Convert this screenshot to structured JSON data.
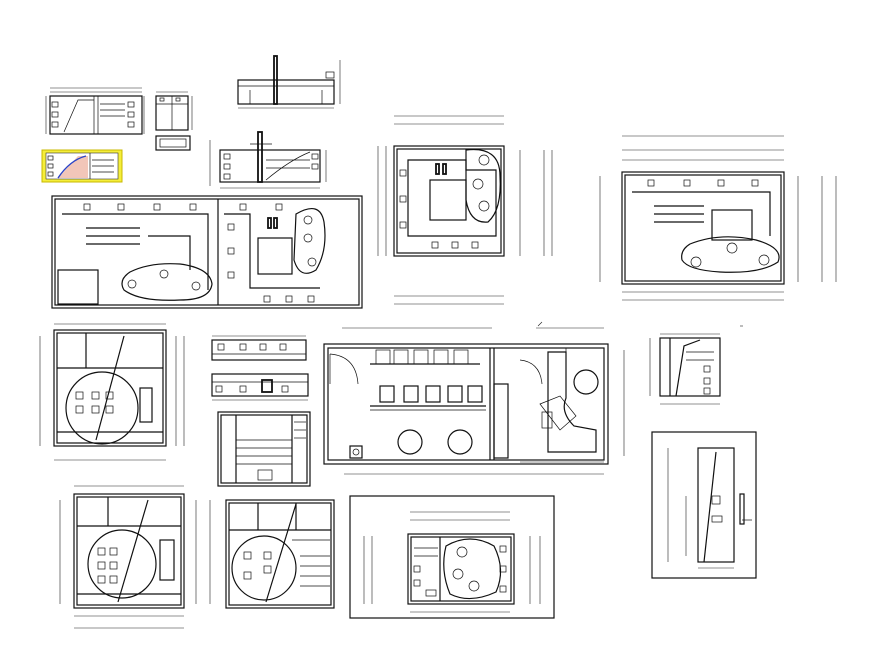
{
  "sheet": {
    "background": "#ffffff",
    "line_color": "#111111",
    "highlight_color": "#f5ee3a",
    "accent_fill": "#f2c6b9",
    "accent_stroke": "#2a44c8"
  },
  "drawings": [
    "elevation-top-left",
    "cabinet-elevation",
    "counter-elevation",
    "thumbnail-detail",
    "section-elevation-small",
    "ceiling-plan-large",
    "ceiling-plan-center",
    "ceiling-plan-right",
    "wall-elevation-left",
    "furniture-strip-a",
    "furniture-strip-b",
    "wall-panel-detail",
    "floor-plan-main",
    "side-elevation-right",
    "tall-elevation-right",
    "wall-elevation-bottom-left",
    "wall-elevation-bottom-center",
    "ceiling-plan-bottom"
  ]
}
